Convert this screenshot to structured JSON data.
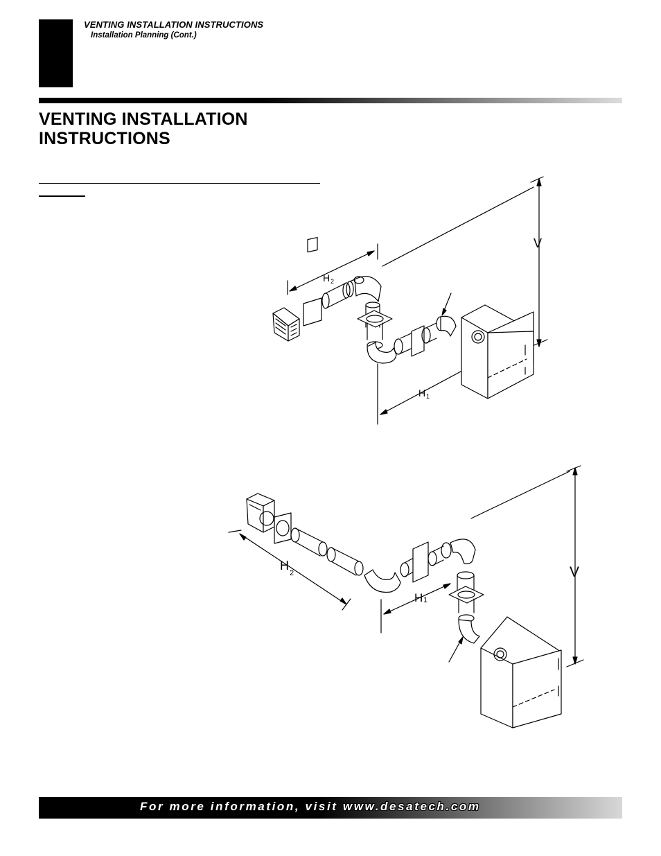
{
  "header": {
    "title": "VENTING INSTALLATION INSTRUCTIONS",
    "subtitle": "Installation Planning (Cont.)"
  },
  "main": {
    "title_line1": "VENTING INSTALLATION",
    "title_line2": "INSTRUCTIONS"
  },
  "figure1": {
    "h_top_label": "H",
    "h_top_sub": "2",
    "h_bottom_label": "H",
    "h_bottom_sub": "1",
    "v_label": "V"
  },
  "figure2": {
    "h_left_label": "H",
    "h_left_sub": "2",
    "h_right_label": "H",
    "h_right_sub": "1",
    "v_label": "V"
  },
  "footer": {
    "text": "For more information, visit www.desatech.com"
  },
  "colors": {
    "ink": "#000000",
    "paper": "#ffffff",
    "bar_dark": "#000000",
    "bar_light": "#dcdcdc"
  }
}
